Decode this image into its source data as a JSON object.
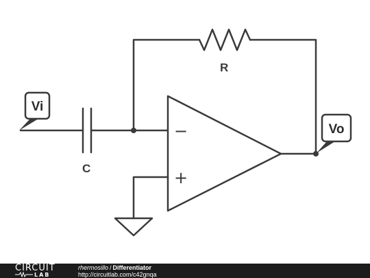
{
  "diagram": {
    "labels": {
      "vi": "Vi",
      "vo": "Vo",
      "resistor": "R",
      "capacitor": "C",
      "minus": "−",
      "plus": "+"
    }
  },
  "footer": {
    "logo_top": "CIRCUIT",
    "logo_bottom": "LAB",
    "author": "rhermosillo",
    "separator": "/",
    "title": "Differentiator",
    "url": "http://circuitlab.com/c42gnqa"
  }
}
